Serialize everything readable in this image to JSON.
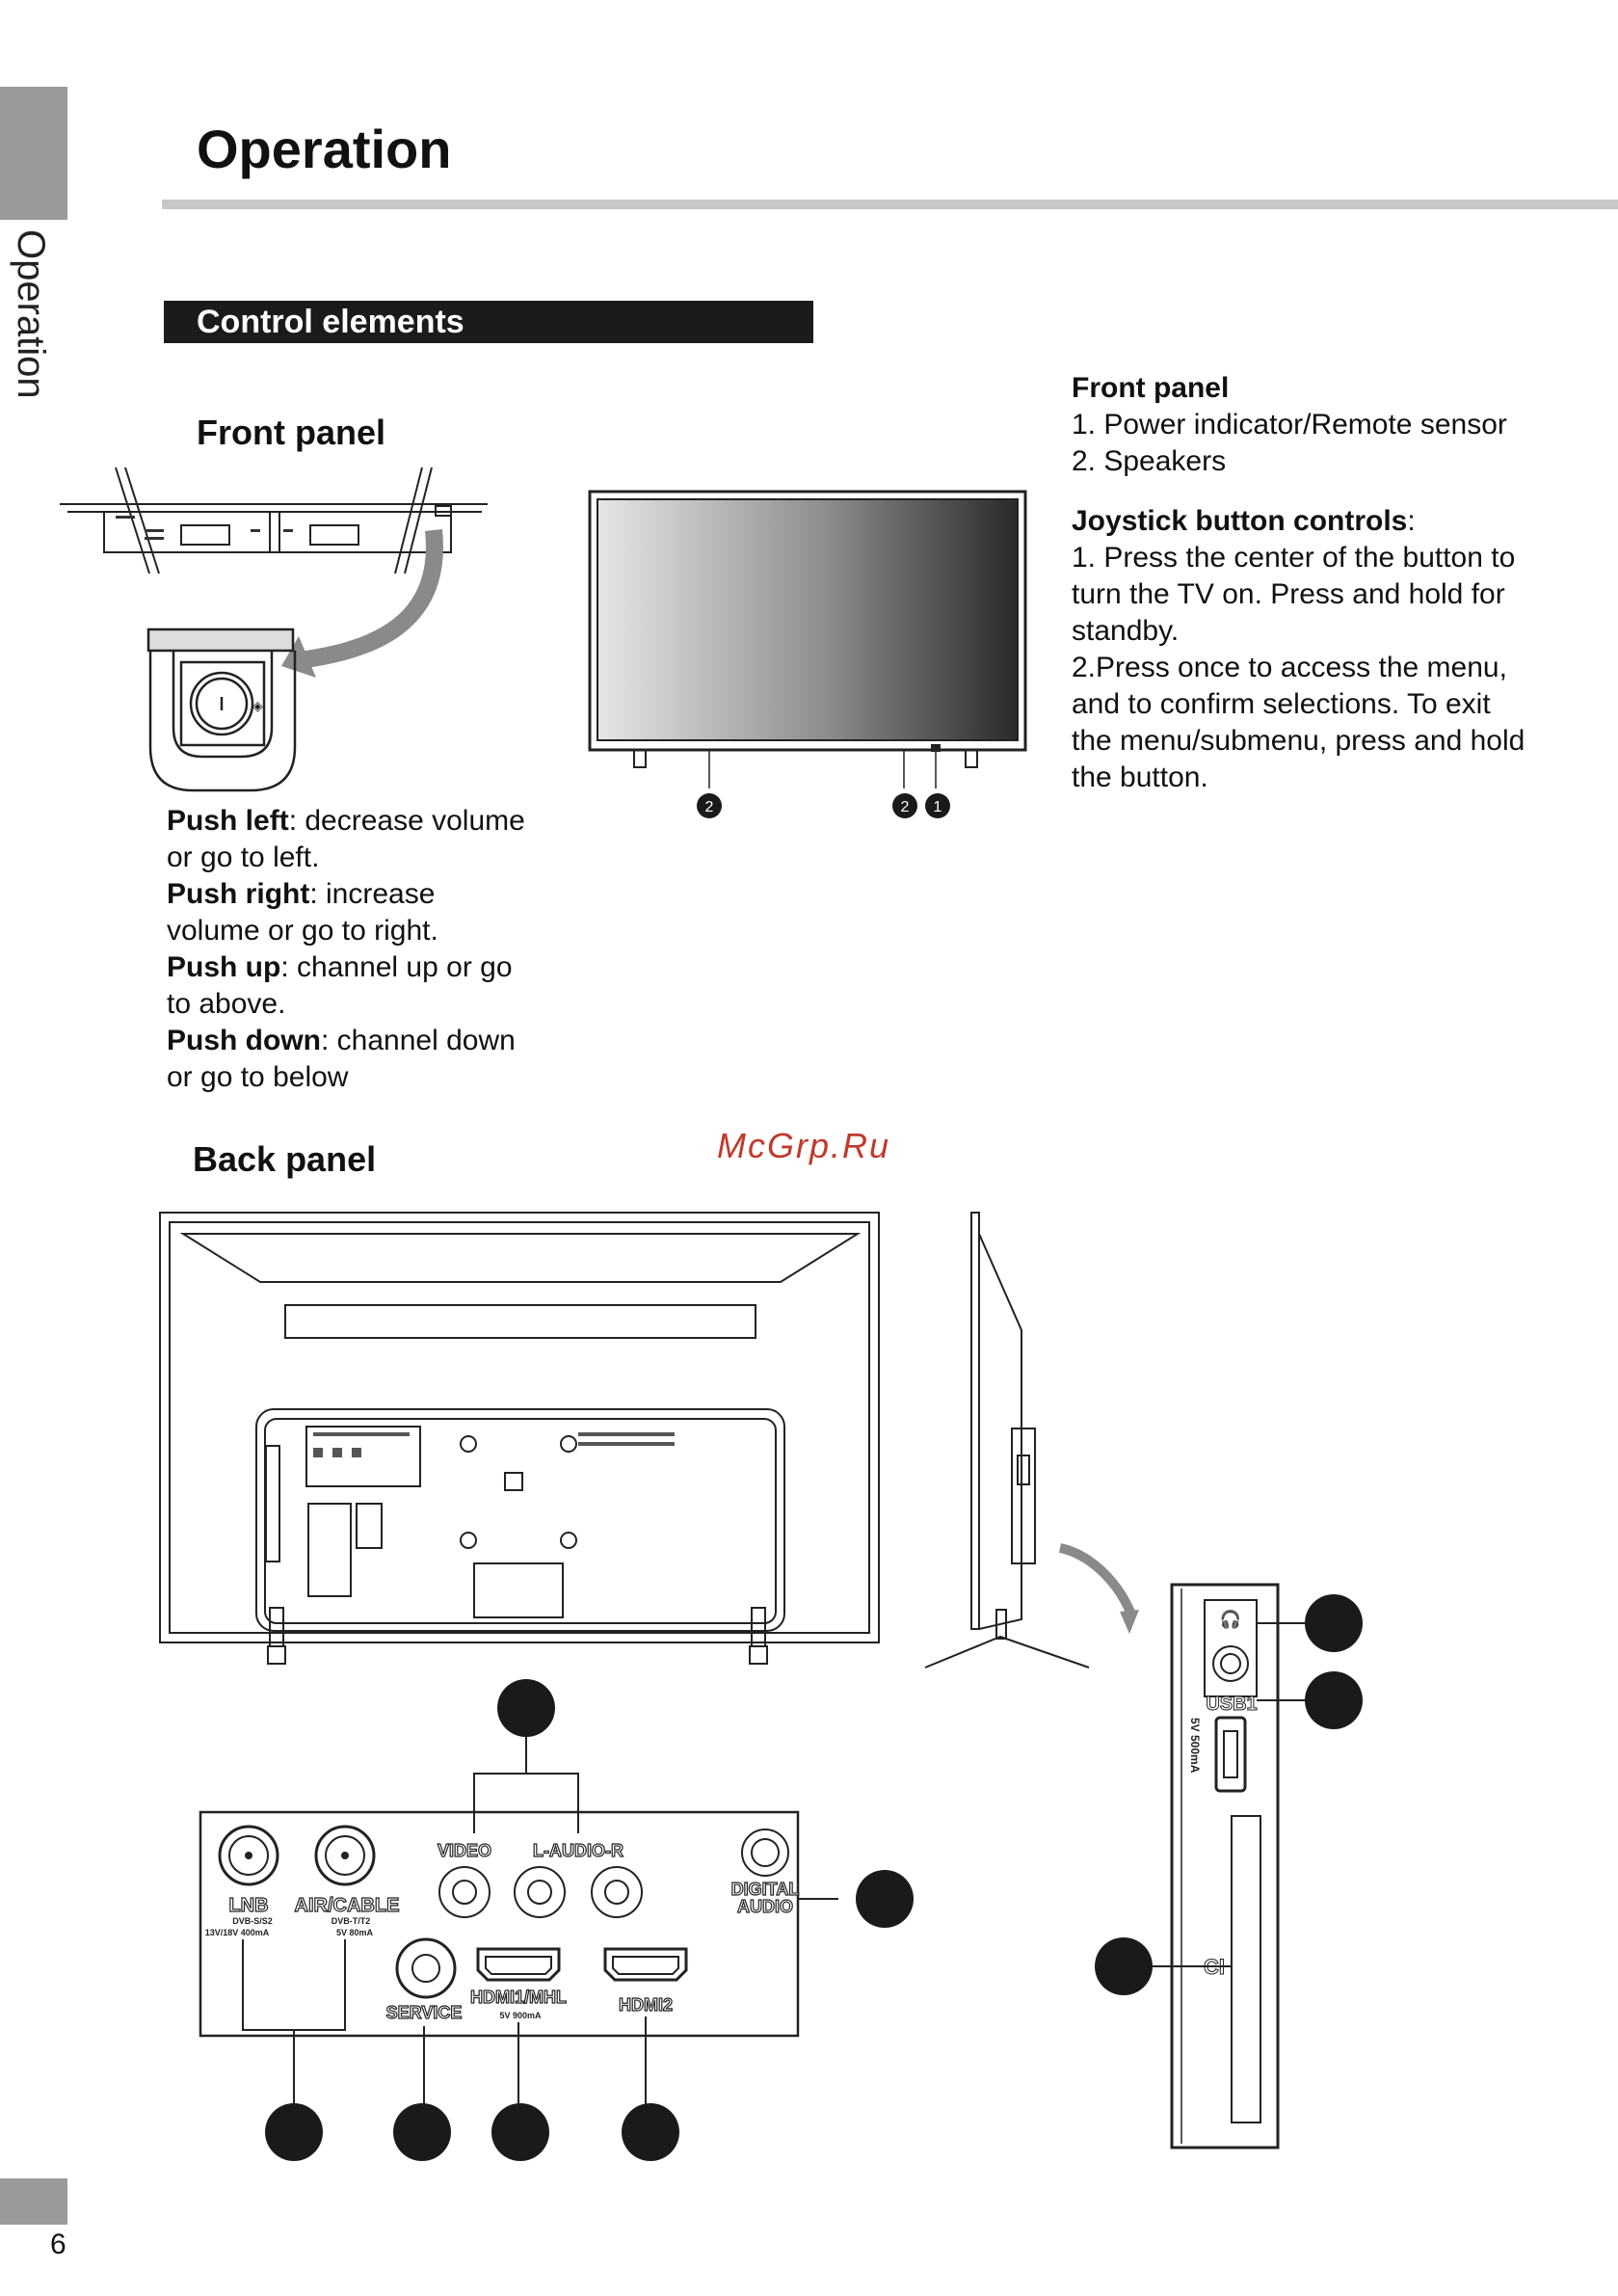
{
  "side_tab": {
    "label": "Operation"
  },
  "header": {
    "title": "Operation"
  },
  "section": {
    "title": "Control elements"
  },
  "front_panel": {
    "heading": "Front panel",
    "callouts": [
      "2",
      "2",
      "1"
    ]
  },
  "joystick_text": [
    {
      "bold": "Push left",
      "rest": ": decrease volume",
      "line2": "or go to left."
    },
    {
      "bold": "Push right",
      "rest": ": increase",
      "line2": "volume or go to right."
    },
    {
      "bold": "Push up",
      "rest": ": channel up or go",
      "line2": "to above."
    },
    {
      "bold": "Push down",
      "rest": ": channel down",
      "line2": "or go to below"
    }
  ],
  "right_column": {
    "front_panel_title": "Front panel",
    "front_items": [
      "1. Power indicator/Remote sensor",
      "2. Speakers"
    ],
    "joystick_title": "Joystick button controls",
    "joystick_colon": ":",
    "joystick_lines": [
      "1. Press the center of the button to",
      "turn the TV on. Press and hold for",
      "standby.",
      "2.Press once to access the menu,",
      "and to confirm selections. To exit",
      "the menu/submenu, press and hold",
      "the button."
    ]
  },
  "watermark": "McGrp.Ru",
  "back_panel": {
    "heading": "Back panel",
    "ports": {
      "video": "VIDEO",
      "audio": "L-AUDIO-R",
      "digital_audio_1": "DIGITAL",
      "digital_audio_2": "AUDIO",
      "lnb": "LNB",
      "lnb_sub": "DVB-S/S2",
      "lnb_rating": "13V/18V 400mA",
      "air_cable": "AIR/CABLE",
      "air_sub": "DVB-T/T2",
      "air_rating": "5V 80mA",
      "service": "SERVICE",
      "hdmi1": "HDMI1/MHL",
      "hdmi1_rating": "5V 900mA",
      "hdmi2": "HDMI2",
      "usb": "USB1",
      "usb_rating": "5V 500mA",
      "ci": "CI"
    }
  },
  "footer": {
    "page_number": "6"
  }
}
